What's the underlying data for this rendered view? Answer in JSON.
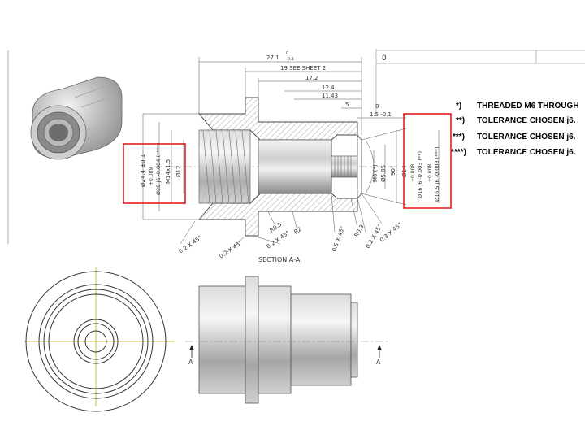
{
  "title_block": {
    "value": "0"
  },
  "notes": [
    {
      "key": "*)",
      "text": "THREADED M6 THROUGH"
    },
    {
      "key": "**)",
      "text": "TOLERANCE CHOSEN j6."
    },
    {
      "key": "***)",
      "text": "TOLERANCE CHOSEN j6."
    },
    {
      "key": "****)",
      "text": "TOLERANCE CHOSEN j6."
    }
  ],
  "dimensions": {
    "overall_length": "27.1",
    "overall_length_tol_upper": "0",
    "overall_length_tol_lower": "-0.1",
    "see_sheet": "19 SEE SHEET 2",
    "d172": "17.2",
    "d124": "12.4",
    "d1143": "11.43",
    "d5": "5",
    "d0": "0",
    "d15": "1.5 -0.1",
    "dia244": "Ø24.4 ±0.1",
    "dia20_tol": "+0.009",
    "dia20": "Ø20 j6 -0.004 (****)",
    "m14": "M14x1.5",
    "dia12": "Ø12",
    "m6": "M6 (*)",
    "dia505": "Ø5.05",
    "ang90": "90°",
    "dia14": "Ø14",
    "dia16_tol": "+0.008",
    "dia16": "Ø16 j6 -0.003 (**)",
    "dia165_tol": "+0.008",
    "dia165": "Ø16.5 j6 -0.003 (***)",
    "ch1": "0.2 X 45°",
    "ch2": "0.2 X 45°",
    "ch3": "0.2 X 45°",
    "r05": "R0.5",
    "r2": "R2",
    "ch4": "0.5 X 45°",
    "r03": "R0.3",
    "ch5": "0.2 X 45°",
    "ch6": "0.3 X 45°"
  },
  "section_label": "SECTION A-A",
  "section_marker_left": "A",
  "section_marker_right": "A",
  "colors": {
    "highlight": "#e02020",
    "centerline": "#b5b800",
    "metal_light": "#e4e4e4",
    "metal_dark": "#7d7d7d"
  },
  "icons": [
    "isometric-part-render",
    "front-view",
    "side-view"
  ]
}
